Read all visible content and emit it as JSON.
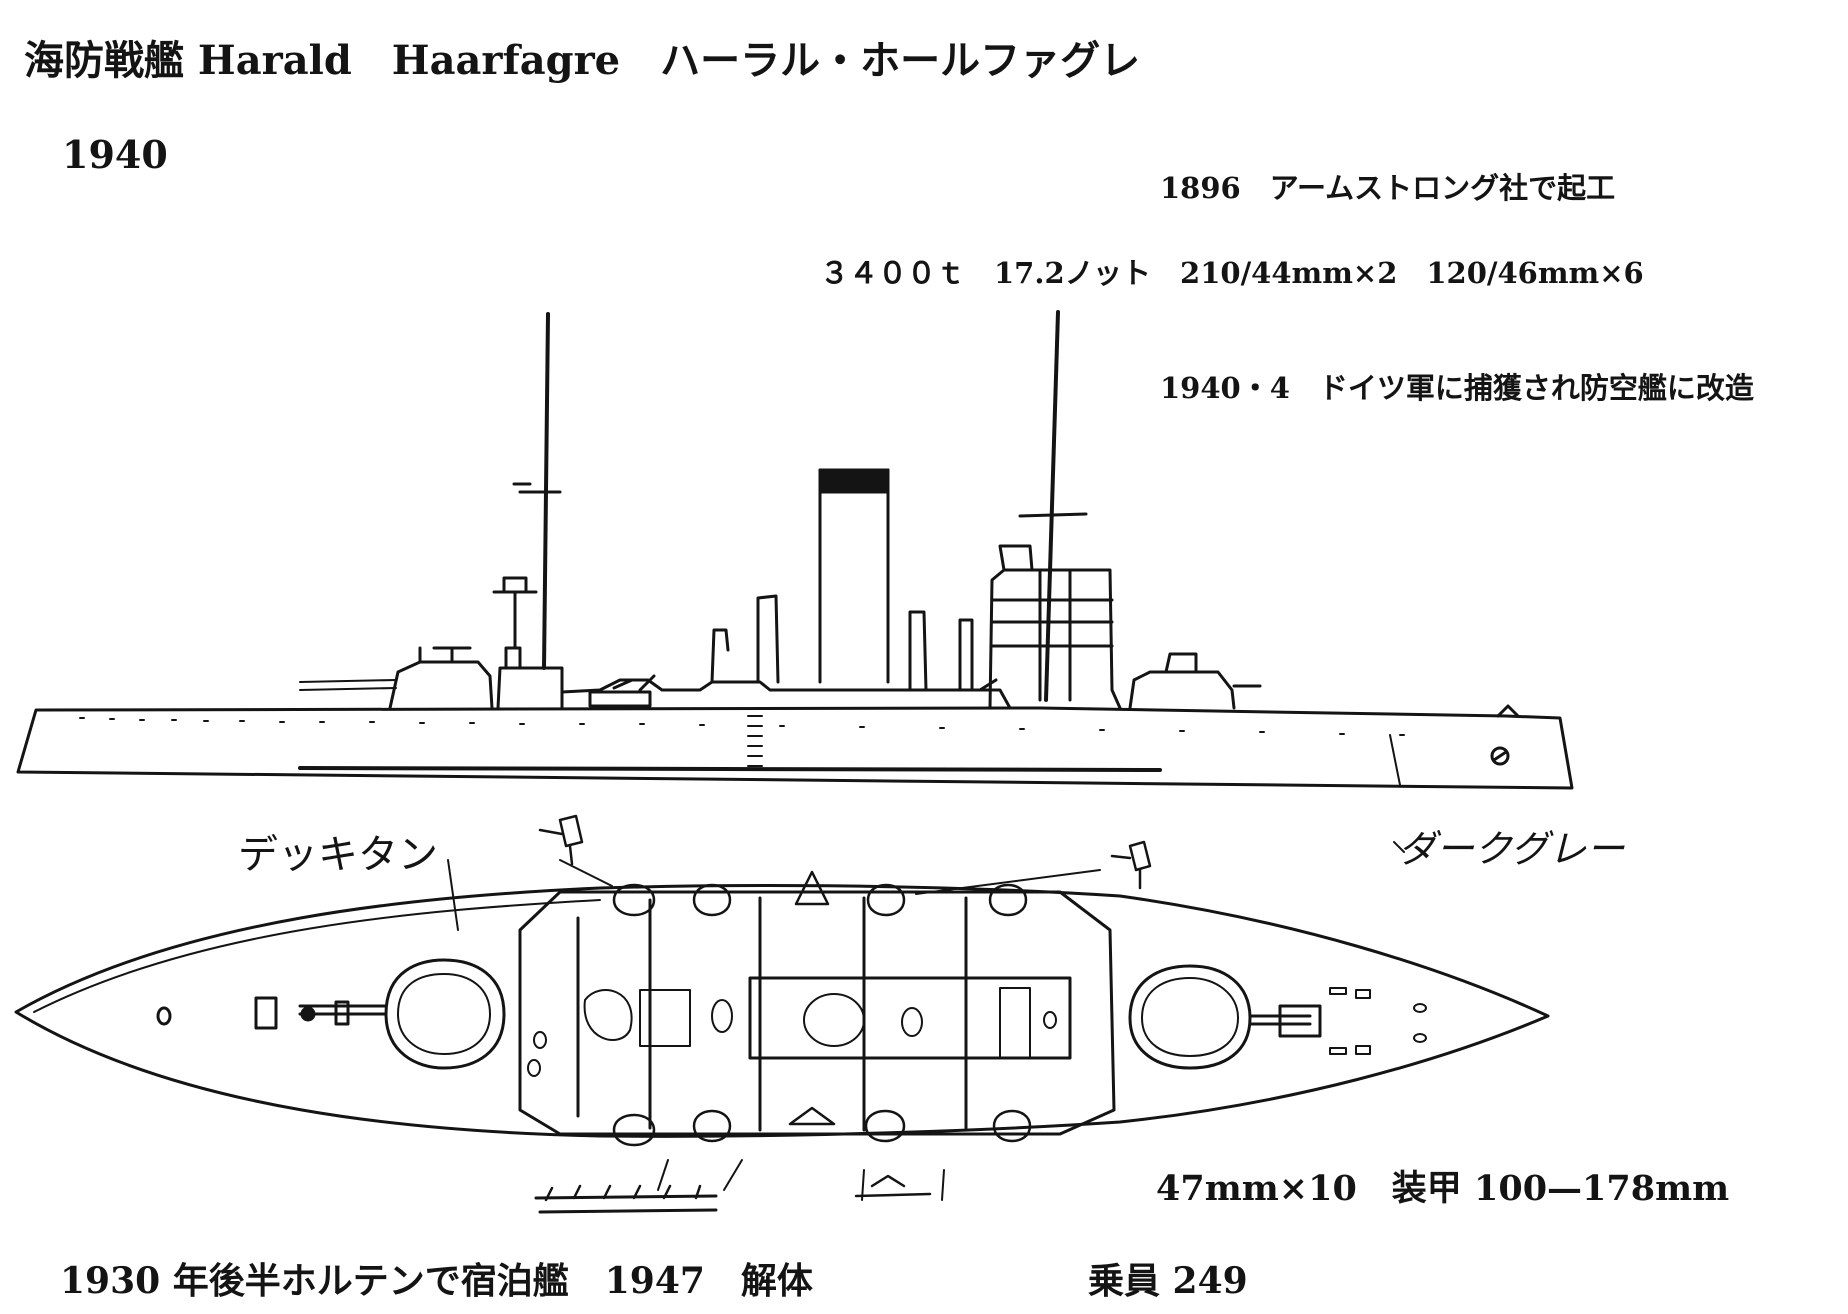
{
  "title": "海防戦艦 Harald　Haarfagre　ハーラル・ホールファグレ",
  "year": "1940",
  "notes": {
    "build": "1896　アームストロング社で起工",
    "specs": "３４００ｔ　17.2ノット　210/44mm×2　120/46mm×6",
    "capture": "1940・4　ドイツ軍に捕獲され防空艦に改造",
    "armament": "47mm×10　装甲 100—178mm",
    "history": "1930 年後半ホルテンで宿泊艦　1947　解体",
    "crew": "乗員 249"
  },
  "annotations": {
    "deck_color": "デッキタン",
    "hull_color": "ダークグレー"
  },
  "colors": {
    "ink": "#141414",
    "paper": "#ffffff"
  }
}
